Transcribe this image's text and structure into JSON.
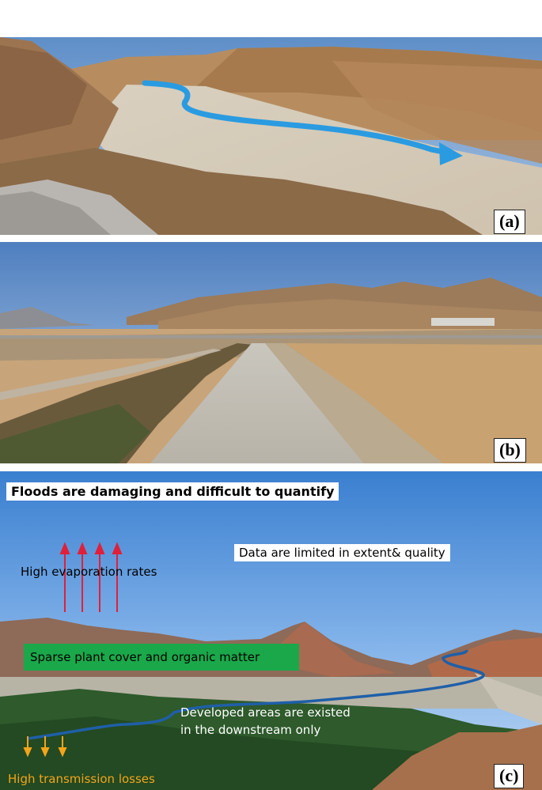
{
  "panels": {
    "a": {
      "label": "(a)"
    },
    "b": {
      "label": "(b)"
    },
    "c": {
      "label": "(c)",
      "title": "Floods are damaging and difficult to quantify",
      "data_note": "Data are limited in extent& quality",
      "evaporation": "High evaporation rates",
      "plant_cover": "Sparse plant cover and organic matter",
      "developed_line1": "Developed areas are existed",
      "developed_line2": "in the downstream only",
      "transmission": "High transmission losses"
    }
  },
  "colors": {
    "flow_arrow_a": "#2a9be0",
    "flow_line_c": "#1f5fa8",
    "evaporation_arrows": "#e0203a",
    "plant_box": "#1aa84a",
    "transmission_text": "#f2a41a"
  }
}
